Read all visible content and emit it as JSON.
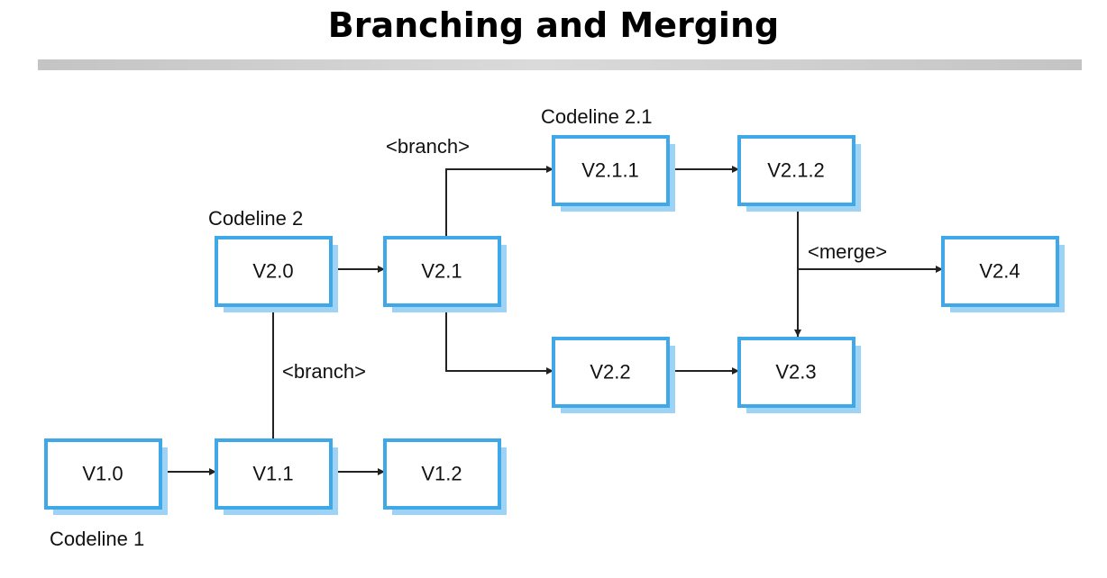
{
  "title": "Branching and Merging",
  "nodes": {
    "v10": "V1.0",
    "v11": "V1.1",
    "v12": "V1.2",
    "v20": "V2.0",
    "v21": "V2.1",
    "v22": "V2.2",
    "v23": "V2.3",
    "v24": "V2.4",
    "v211": "V2.1.1",
    "v212": "V2.1.2"
  },
  "labels": {
    "codeline1": "Codeline 1",
    "codeline2": "Codeline 2",
    "codeline21": "Codeline 2.1",
    "branch_top": "<branch>",
    "branch_left": "<branch>",
    "merge": "<merge>"
  },
  "colors": {
    "box_border": "#3fa8e8",
    "box_shadow": "#9fd3f5"
  }
}
